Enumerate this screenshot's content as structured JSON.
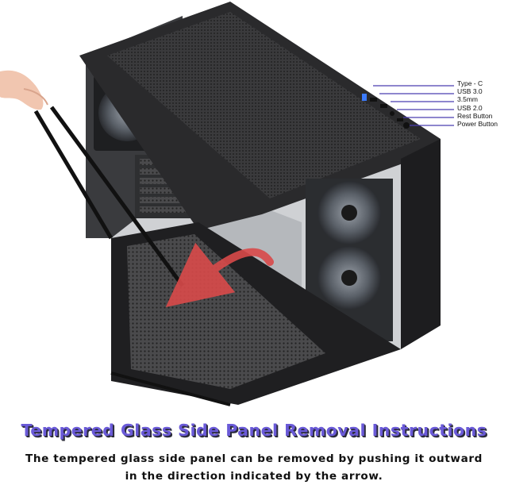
{
  "ports": {
    "labels": [
      "Type - C",
      "USB 3.0",
      "3.5mm",
      "USB 2.0",
      "Rest Button",
      "Power Button"
    ]
  },
  "caption": {
    "title": "Tempered Glass Side Panel Removal Instructions",
    "line1": "The tempered glass side panel can be removed by pushing it outward",
    "line2": "in the direction indicated by the arrow."
  },
  "colors": {
    "title": "#6a5ad8",
    "title_shadow": "#2b2b3a",
    "pointer_lines": "#4a3fb0",
    "arrow": "#d94a4a",
    "case_body": "#2a2a2c"
  }
}
